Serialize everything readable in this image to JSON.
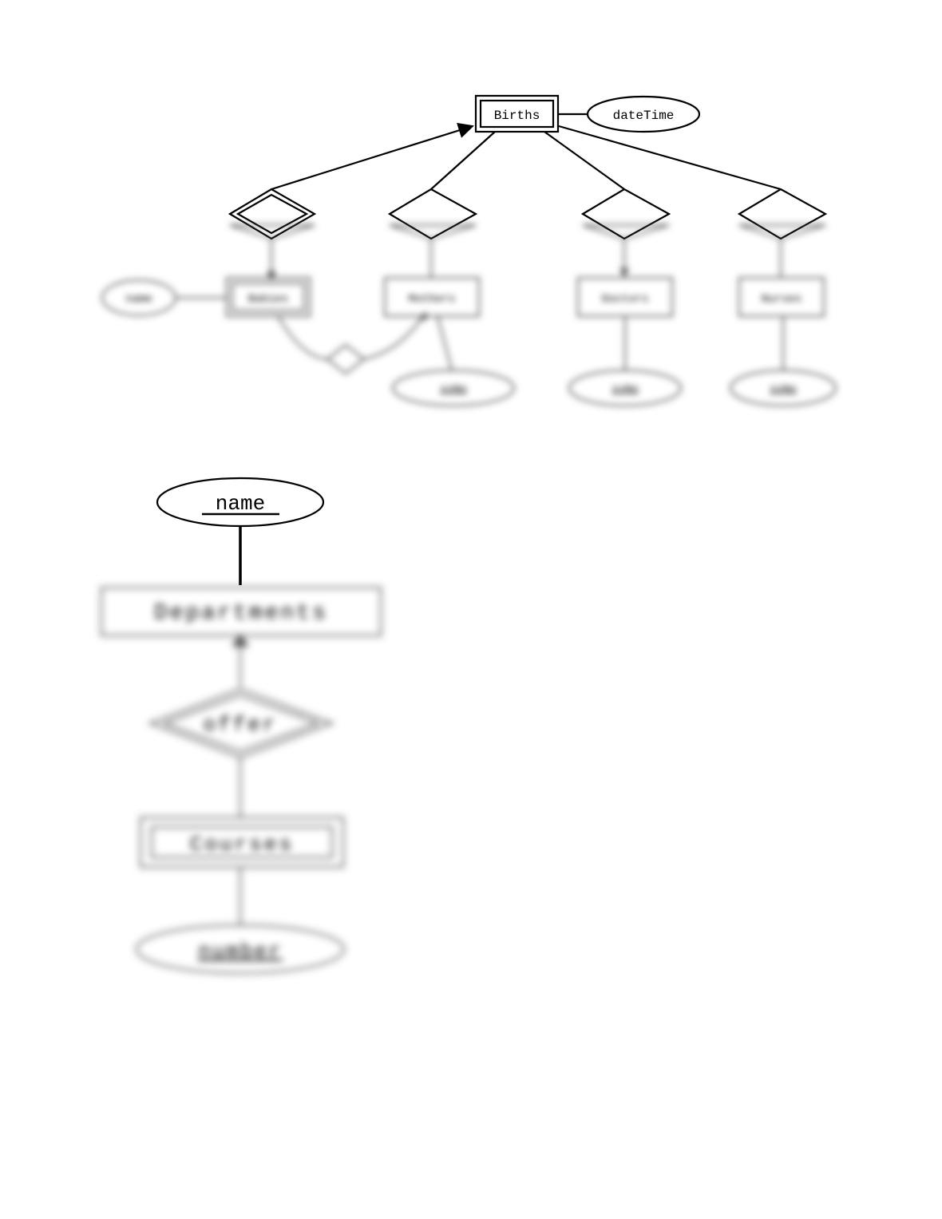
{
  "diagram1": {
    "births": "Births",
    "date_time": "dateTime",
    "babies": "Babies",
    "name_attr": "name",
    "mothers": "Mothers",
    "mothers_key": "ssNo",
    "doctors": "Doctors",
    "doctors_key": "ssNo",
    "nurses": "Nurses",
    "nurses_key": "ssNo"
  },
  "diagram2": {
    "name": "name",
    "departments": "Departments",
    "offer": "offer",
    "courses": "Courses",
    "number": "number"
  }
}
